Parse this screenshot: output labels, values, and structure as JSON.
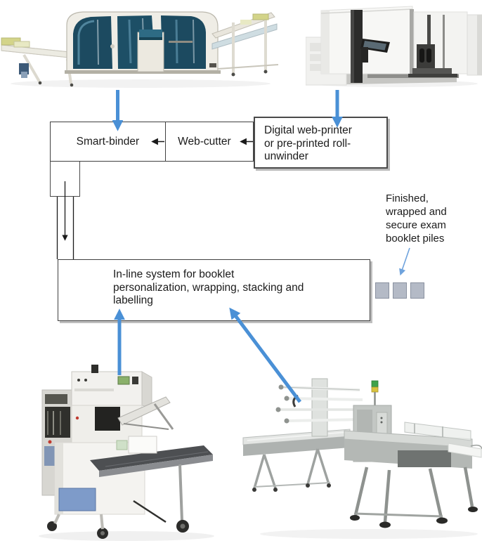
{
  "flow": {
    "smart_binder_label": "Smart-binder",
    "web_cutter_label": "Web-cutter",
    "digital_printer_label": [
      "Digital web-printer",
      "or pre-printed roll-",
      "unwinder"
    ],
    "inline_system_label": [
      "In-line system for booklet",
      "personalization, wrapping, stacking and",
      "labelling"
    ]
  },
  "annotations": {
    "finished_piles_label": [
      "Finished,",
      "wrapped and",
      "secure exam",
      "booklet piles"
    ]
  },
  "machines": {
    "smart_binder": "Smart-binder machine photo",
    "web_printer": "Digital web-printer machine photo",
    "wrapper": "Booklet wrapping machine photo",
    "flow_wrapper": "Flow-wrapping machine photo"
  },
  "piles": {
    "count": 3
  },
  "colors": {
    "arrow_blue": "#4a90d6",
    "note_arrow_blue": "#6fa3dd",
    "box_border": "#404040",
    "pile_fill": "#b4bac6",
    "pile_border": "#8a91a0"
  }
}
